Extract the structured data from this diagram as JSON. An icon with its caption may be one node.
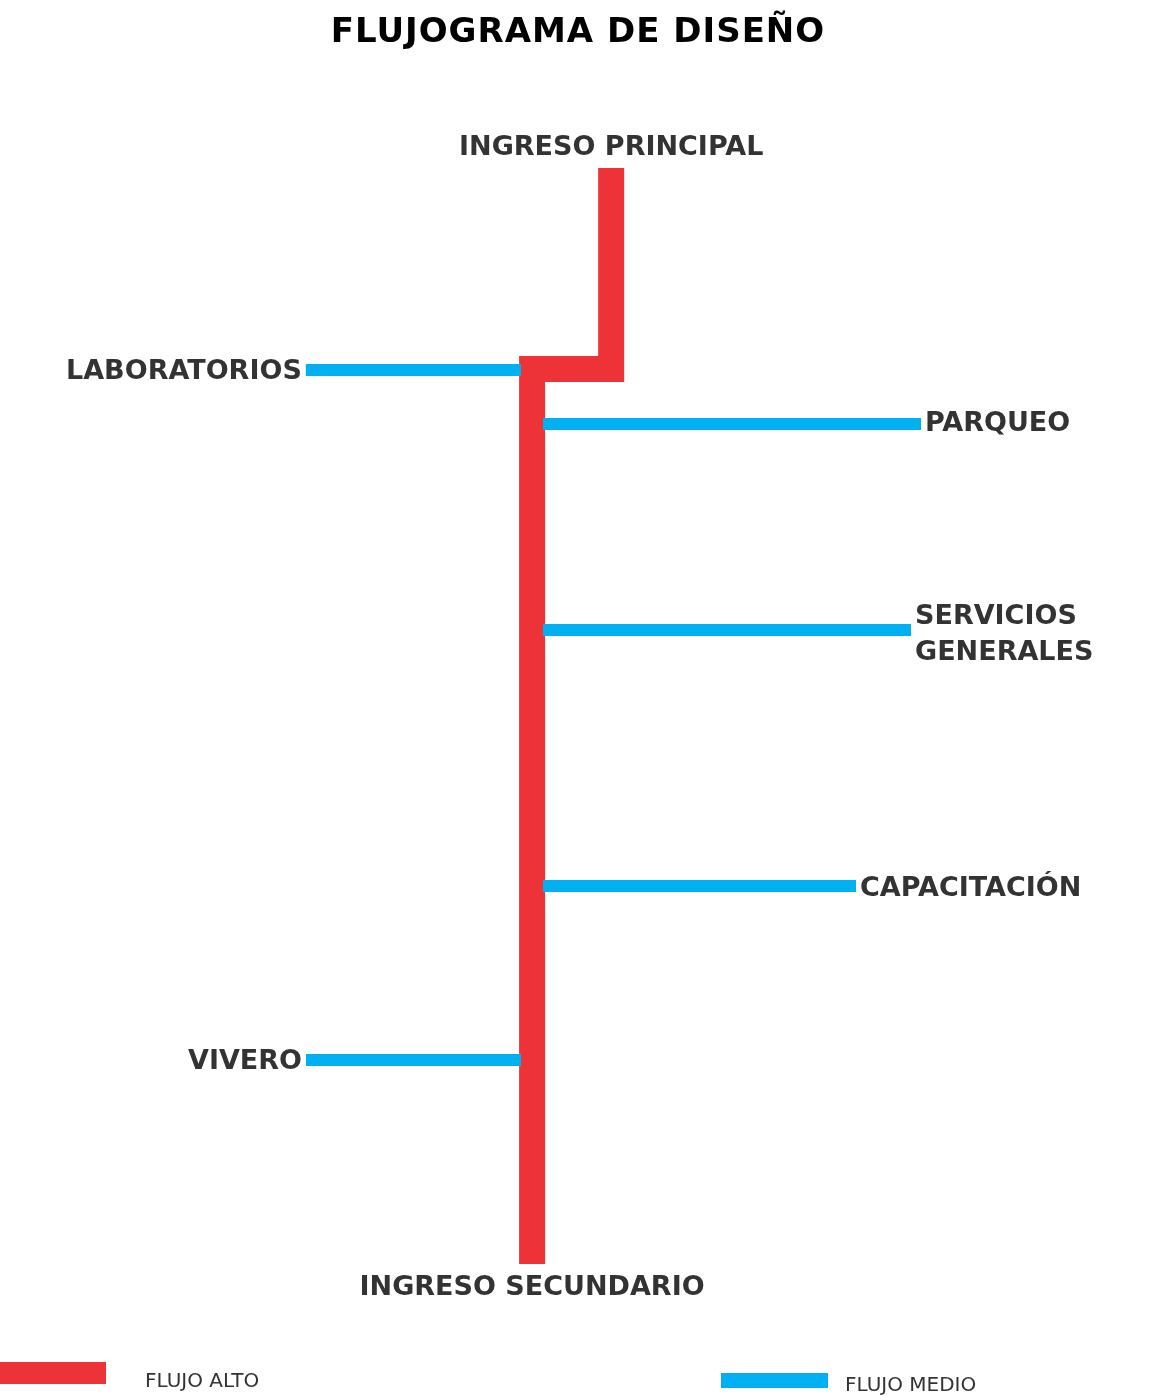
{
  "diagram": {
    "title": "FLUJOGRAMA DE DISEÑO",
    "nodes": [
      {
        "text": [
          "INGRESO PRINCIPAL"
        ]
      },
      {
        "text": [
          "LABORATORIOS"
        ]
      },
      {
        "text": [
          "PARQUEO"
        ]
      },
      {
        "text": [
          "SERVICIOS GENERALES"
        ]
      },
      {
        "text": [
          "CAPACITACIÓN"
        ]
      },
      {
        "text": [
          "VIVERO"
        ]
      },
      {
        "text": [
          "INGRESO SECUNDARIO"
        ]
      }
    ],
    "edges": [
      {
        "from": 0,
        "to": 6,
        "arrow": "none",
        "style": "thick",
        "color": "#ee3338"
      },
      {
        "from": null,
        "to": 1,
        "arrow": "none"
      },
      {
        "from": null,
        "to": 2,
        "arrow": "none"
      },
      {
        "from": null,
        "to": 3,
        "arrow": "none"
      },
      {
        "from": null,
        "to": 4,
        "arrow": "none"
      },
      {
        "from": null,
        "to": 5,
        "arrow": "none"
      }
    ],
    "legend": [
      {
        "text": "FLUJO ALTO",
        "color": "#ee3338"
      },
      {
        "text": "FLUJO MEDIO",
        "color": "#00b0f0"
      }
    ]
  }
}
